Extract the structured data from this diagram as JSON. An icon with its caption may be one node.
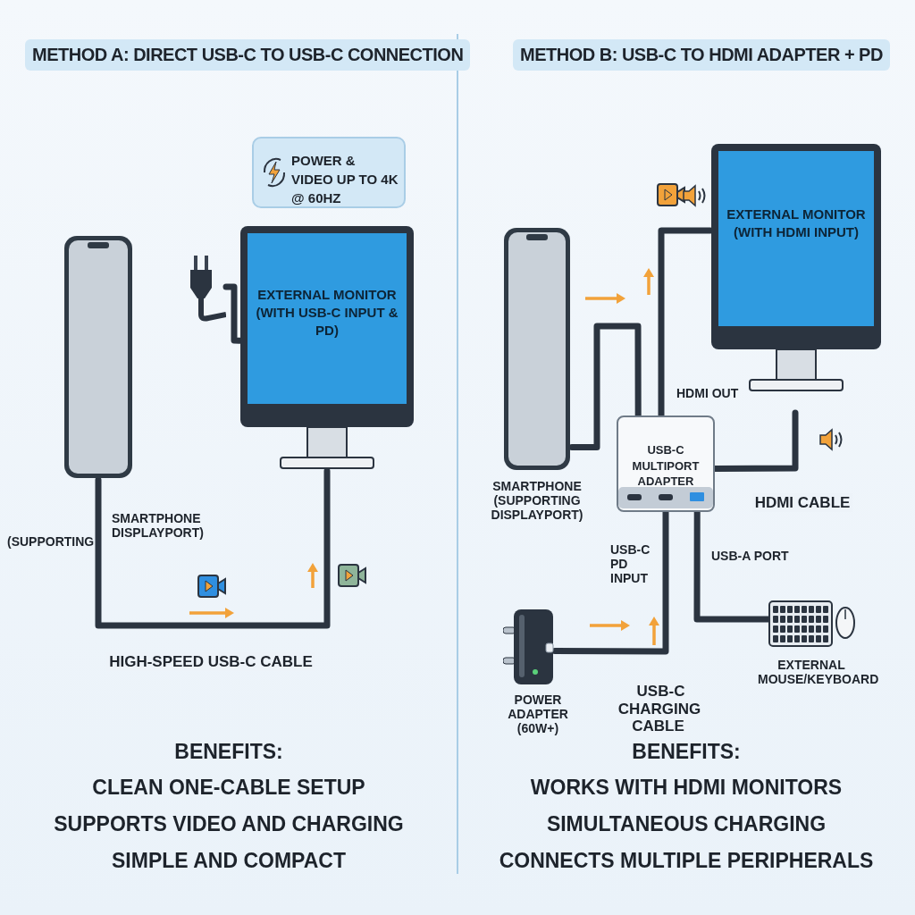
{
  "diagram": {
    "nodes": [
      {
        "text": [],
        "shape": "picture",
        "beside": [
          "(SUPPORTING",
          "SMARTPHONE DISPLAYPORT)"
        ]
      },
      {
        "text": [
          "EXTERNAL MONITOR (WITH USB-C INPUT & PD)"
        ]
      },
      {
        "text": [],
        "shape": "picture"
      },
      {
        "text": [
          "POWER & VIDEO UP TO 4K @ 60HZ"
        ]
      },
      {
        "text": [],
        "shape": "picture",
        "beside": [
          "SMARTPHONE (SUPPORTING DISPLAYPORT)"
        ]
      },
      {
        "text": [
          "EXTERNAL MONITOR (WITH HDMI INPUT)"
        ]
      },
      {
        "text": [
          "USB-C MULTIPORT ADAPTER"
        ],
        "beside": [
          "HDMI OUT",
          "USB-C PD INPUT",
          "USB-A PORT"
        ]
      },
      {
        "text": [],
        "shape": "picture",
        "beside": [
          "POWER ADAPTER (60W+)"
        ]
      },
      {
        "text": [],
        "shape": "picture",
        "beside": [
          "EXTERNAL MOUSE/KEYBOARD"
        ]
      }
    ],
    "edges": [
      {
        "from": 0,
        "to": 1,
        "arrow": "none",
        "label": "HIGH-SPEED USB-C CABLE"
      },
      {
        "from": 2,
        "to": 1,
        "arrow": "none"
      },
      {
        "from": 4,
        "to": 6,
        "arrow": "none"
      },
      {
        "from": 6,
        "to": 5,
        "arrow": "none"
      },
      {
        "from": 6,
        "to": null,
        "arrow": "none",
        "label": "HDMI CABLE"
      },
      {
        "from": 7,
        "to": 6,
        "arrow": "none",
        "label": "USB-C CHARGING CABLE"
      },
      {
        "from": 6,
        "to": 8,
        "arrow": "none"
      }
    ],
    "labels": [
      "METHOD A: DIRECT USB-C TO USB-C CONNECTION",
      "METHOD B: USB-C TO HDMI ADAPTER + PD",
      "BENEFITS:",
      "CLEAN ONE-CABLE SETUP",
      "SUPPORTS VIDEO AND CHARGING",
      "SIMPLE AND COMPACT",
      "BENEFITS:",
      "WORKS WITH HDMI MONITORS",
      "SIMULTANEOUS CHARGING",
      "CONNECTS MULTIPLE PERIPHERALS"
    ]
  }
}
